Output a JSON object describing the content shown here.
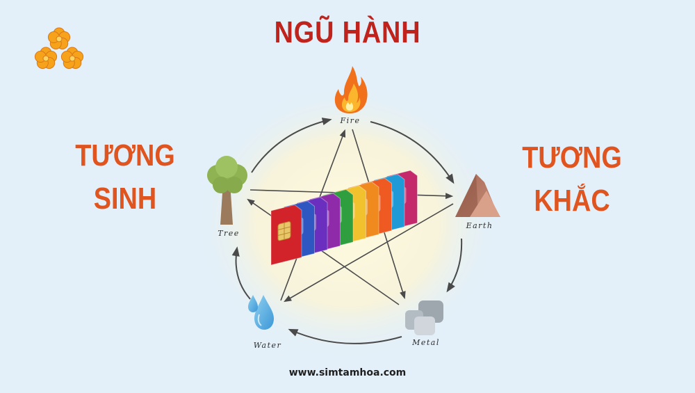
{
  "title": "NGŨ HÀNH",
  "left_heading": [
    "TƯƠNG",
    "SINH"
  ],
  "right_heading": [
    "TƯƠNG",
    "KHẮC"
  ],
  "elements": {
    "fire": "Fire",
    "earth": "Earth",
    "metal": "Metal",
    "water": "Water",
    "tree": "Tree"
  },
  "website": "www.simtamhoa.com",
  "colors": {
    "title": "#c0231c",
    "headings": "#e0541f",
    "background": "#e3f0f9",
    "arrows": "#4a4a4a",
    "logo_flower": "#f6a21a"
  },
  "icons": [
    "plum-blossom-logo-icon",
    "fire-icon",
    "mountain-icon",
    "metal-stones-icon",
    "water-drops-icon",
    "tree-icon"
  ],
  "sim_card_colors": [
    "#d2232a",
    "#2f57c2",
    "#6a2fbf",
    "#8f2aa8",
    "#2e9e3e",
    "#f2c12e",
    "#f08a1e",
    "#ef5a23",
    "#1f9ad6",
    "#c42a6b"
  ]
}
